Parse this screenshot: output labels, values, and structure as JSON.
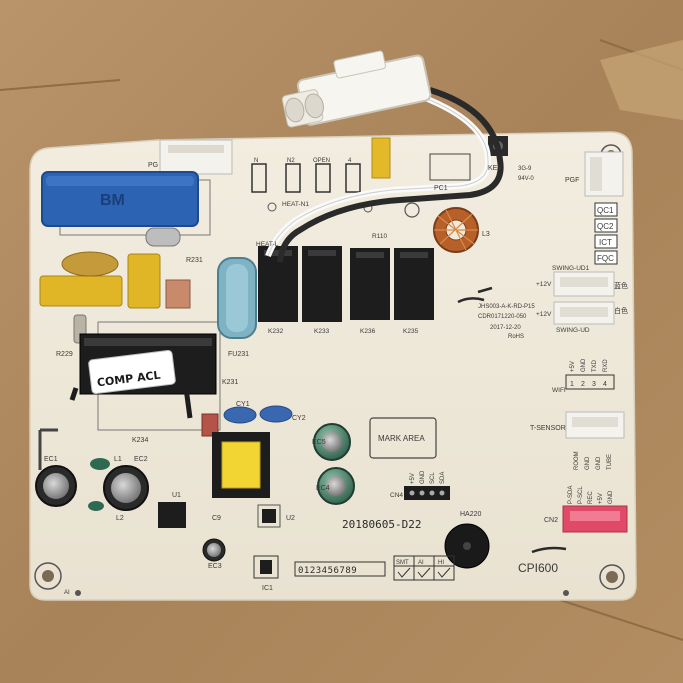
{
  "board": {
    "labels": {
      "pg": "PG",
      "heat_n1": "HEAT-N1",
      "heat_l": "HEAT-L",
      "r231": "R231",
      "r229": "R229",
      "r110": "R110",
      "l3": "L3",
      "fu231": "FU231",
      "k232": "K232",
      "k233": "K233",
      "k236": "K236",
      "k235": "K235",
      "k231": "K231",
      "k234": "K234",
      "cy1": "CY1",
      "cy2": "CY2",
      "ec1": "EC1",
      "ec2": "EC2",
      "ec3": "EC3",
      "ec5": "EC5",
      "ec4": "EC4",
      "l1": "L1",
      "l2": "L2",
      "u1": "U1",
      "u2": "U2",
      "c9": "C9",
      "ic1": "IC1",
      "pc1": "PC1",
      "key": "KEY",
      "pgf": "PGF",
      "cn4": "CN4",
      "cn2": "CN2",
      "ha220": "HA220",
      "t_sensor": "T-SENSOR",
      "wifi": "WIFI",
      "swing_ud1": "SWING-UD1",
      "swing_ud": "SWING-UD",
      "plus12v_a": "+12V",
      "plus12v_b": "+12V",
      "mark_area": "MARK AREA",
      "part_no": "JHS003-A-K-RD-P15",
      "lot_no": "CDR0171220-050",
      "date": "2017-12-20",
      "rohs": "RoHS",
      "cpi": "CPI600",
      "stamp_date": "20180605-D22",
      "comp_acl": "COMP  ACL",
      "tags": [
        "QC1",
        "QC2",
        "ICT",
        "FQC"
      ],
      "digit_row": "0123456789",
      "checks": [
        "SMT",
        "AI",
        "HI"
      ],
      "cn4_pins": [
        "+5V",
        "GND",
        "SCL",
        "SDA"
      ],
      "cn2_pins": [
        "P-SDA",
        "P-SCL",
        "REC",
        "+5V",
        "GND"
      ],
      "wifi_pins": [
        "+5V",
        "GND",
        "TXD",
        "RXD"
      ],
      "wifi_nums": [
        "1",
        "2",
        "3",
        "4"
      ],
      "tsensor_pins": [
        "ROOM",
        "GND",
        "GND",
        "TUBE"
      ],
      "wire_cols": [
        "N",
        "N2",
        "OPEN",
        "4"
      ],
      "color_text_1": "蓝色",
      "color_text_2": "白色",
      "cert_text": "3G-9",
      "cert_code": "94V-0",
      "corner_ai": "AI"
    }
  },
  "colors": {
    "background": "#b08a5e",
    "pcb": "#efeadc",
    "relay": "#1d1d1d",
    "capacitor_blue": "#2c63b3",
    "capacitor_yellow": "#e0b526",
    "connector_white": "#f4f2ec",
    "connector_pink": "#e04a68",
    "coil_copper": "#b8602a"
  }
}
